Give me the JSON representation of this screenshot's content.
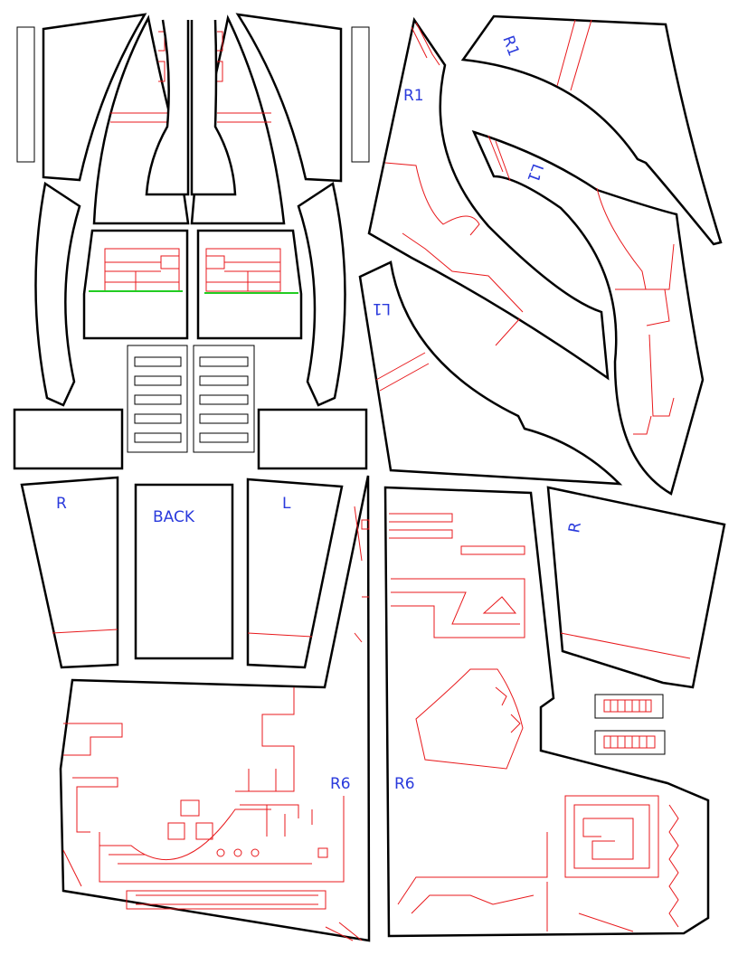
{
  "labels": {
    "r1": "R1",
    "r1_mirror": "R1",
    "l1": "L1",
    "l1_mirror": "L1",
    "back": "BACK",
    "r": "R",
    "l": "L",
    "r_small": "R",
    "r6_left": "R6",
    "r6_right": "R6"
  },
  "colors": {
    "cut_line": "#000000",
    "score_line": "#e8191c",
    "fold_line": "#22cc22",
    "label": "#2a3adc"
  }
}
